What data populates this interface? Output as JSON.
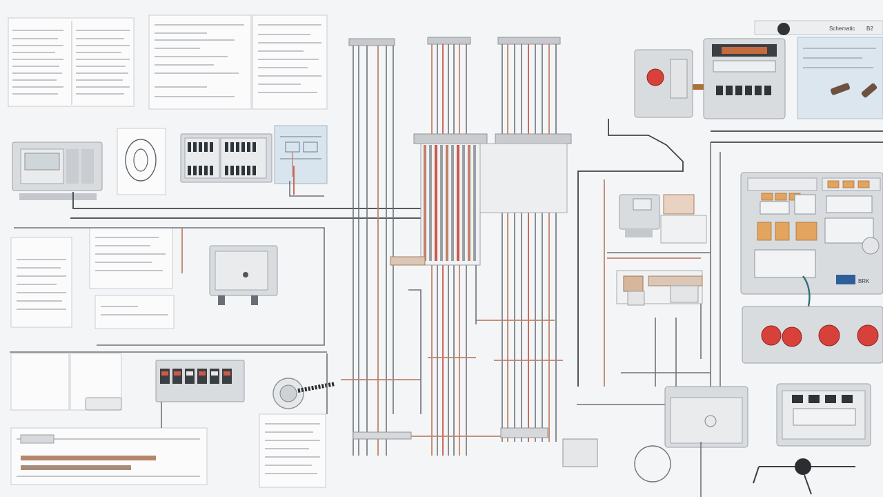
{
  "labels": {
    "top_right_header": "Schematic",
    "top_right_code": "B2",
    "mid_right_tag": "BRK"
  },
  "colors": {
    "background": "#f4f5f6",
    "copper": "#c0826a",
    "red_knob": "#d8413a",
    "cable": "#2e6f75"
  },
  "icons": [
    "breaker-icon",
    "knob-icon",
    "meter-icon",
    "connector-icon",
    "coil-icon"
  ]
}
